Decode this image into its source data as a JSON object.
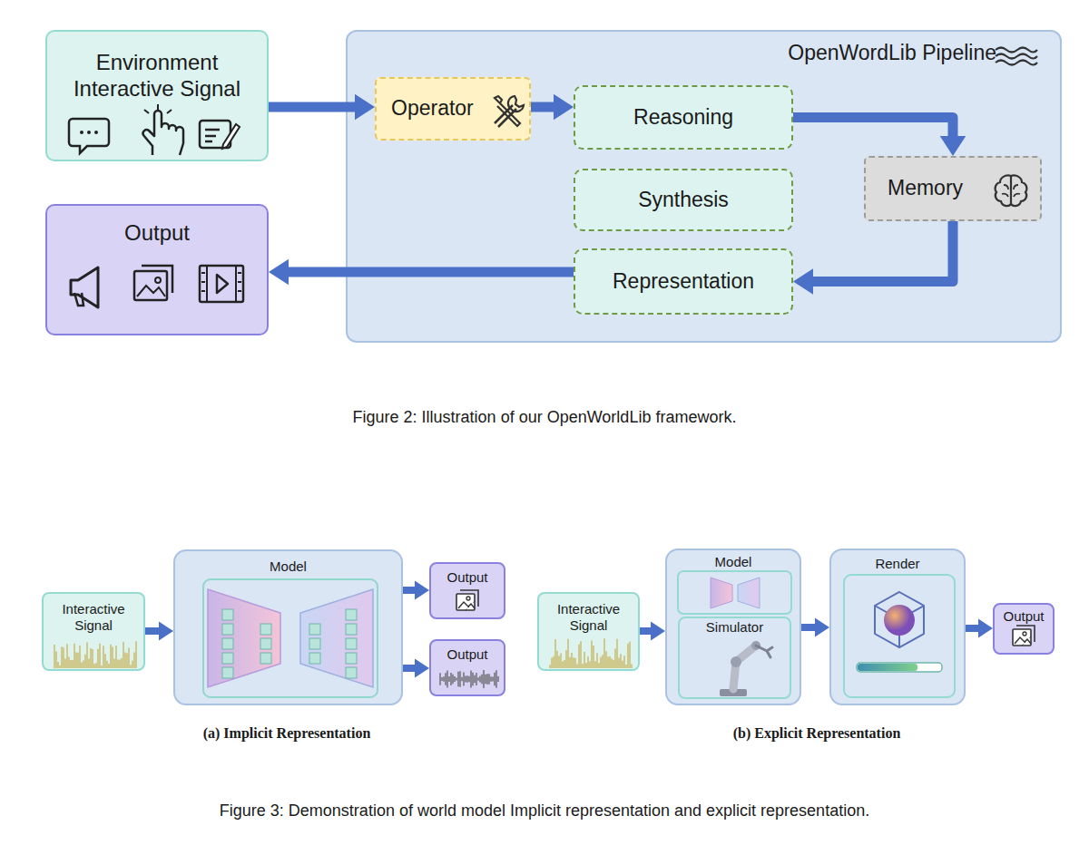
{
  "diagram": {
    "caption": "Figure 3: Demonstration of world model Implicit representation and explicit representation.",
    "nodes": [
      {
        "text": [
          "Environment Interactive Signal"
        ]
      },
      {
        "text": [
          "Output"
        ]
      },
      {
        "text": [
          "OpenWordLib Pipeline"
        ]
      },
      {
        "text": [
          "Operator"
        ],
        "in": 2
      },
      {
        "text": [
          "Reasoning"
        ],
        "in": 2
      },
      {
        "text": [
          "Synthesis"
        ],
        "in": 2
      },
      {
        "text": [
          "Representation"
        ],
        "in": 2
      },
      {
        "text": [
          "Memory"
        ],
        "in": 2
      },
      {
        "text": [
          "Interactive Signal"
        ]
      },
      {
        "text": [
          "Model"
        ]
      },
      {
        "text": [
          "Output"
        ]
      },
      {
        "text": [
          "Output"
        ]
      },
      {
        "text": [
          "Interactive Signal"
        ]
      },
      {
        "text": [
          "Model"
        ]
      },
      {
        "text": [
          "Simulator"
        ],
        "in": 13
      },
      {
        "text": [
          "Render"
        ]
      },
      {
        "text": [
          "Output"
        ]
      }
    ],
    "edges": [
      {
        "from": 0,
        "to": 3,
        "arrow": "to"
      },
      {
        "from": 3,
        "to": 4,
        "arrow": "to"
      },
      {
        "from": 4,
        "to": 7,
        "arrow": "to"
      },
      {
        "from": 7,
        "to": 6,
        "arrow": "to"
      },
      {
        "from": 6,
        "to": 1,
        "arrow": "to"
      },
      {
        "from": 8,
        "to": 9,
        "arrow": "to"
      },
      {
        "from": 9,
        "to": 10,
        "arrow": "to"
      },
      {
        "from": 9,
        "to": 11,
        "arrow": "to"
      },
      {
        "from": 12,
        "to": 13,
        "arrow": "to"
      },
      {
        "from": 13,
        "to": 15,
        "arrow": "to"
      },
      {
        "from": 15,
        "to": 16,
        "arrow": "to"
      }
    ],
    "labels": [
      "Figure 2: Illustration of our OpenWorldLib framework.",
      "(a) Implicit Representation",
      "(b) Explicit Representation"
    ]
  }
}
